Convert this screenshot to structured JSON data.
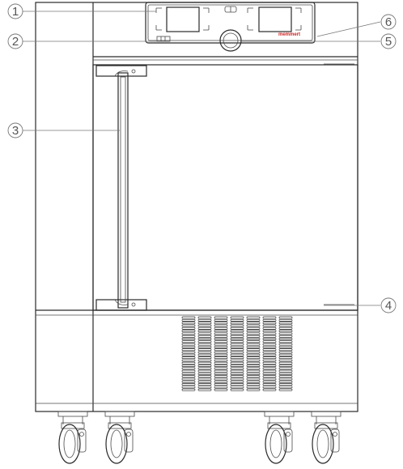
{
  "figure": {
    "brand_label": "memmert",
    "accent_color": "#cc2222",
    "callouts": [
      {
        "number": "1",
        "target": "left-display"
      },
      {
        "number": "2",
        "target": "usb-port"
      },
      {
        "number": "3",
        "target": "door-handle"
      },
      {
        "number": "4",
        "target": "door"
      },
      {
        "number": "5",
        "target": "turn-push-control"
      },
      {
        "number": "6",
        "target": "control-panel"
      }
    ]
  }
}
